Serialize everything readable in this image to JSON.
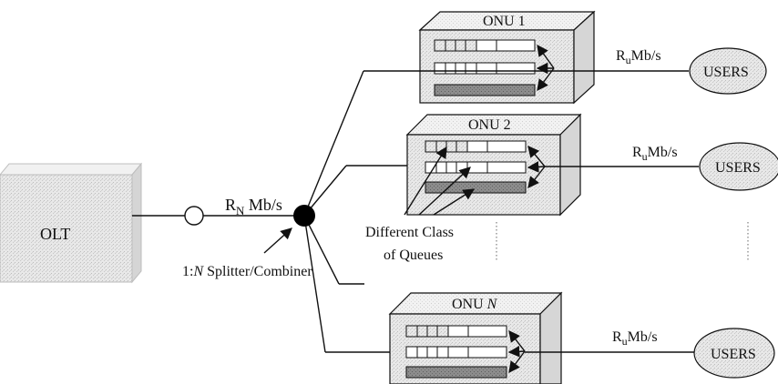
{
  "olt": {
    "label": "OLT"
  },
  "trunk": {
    "rate_main": "R",
    "rate_sub": "N",
    "rate_unit": " Mb/s"
  },
  "splitter": {
    "label_prefix": "1:",
    "label_n": "N",
    "label_suffix": " Splitter/Combiner"
  },
  "queues_label": {
    "line1": "Different Class",
    "line2": "of Queues"
  },
  "onus": [
    {
      "name": "ONU 1",
      "rate_main": "R",
      "rate_sub": "u",
      "rate_unit": "Mb/s",
      "users": "USERS"
    },
    {
      "name": "ONU 2",
      "rate_main": "R",
      "rate_sub": "u",
      "rate_unit": "Mb/s",
      "users": "USERS"
    },
    {
      "name_prefix": "ONU ",
      "name_n": "N",
      "rate_main": "R",
      "rate_sub": "u",
      "rate_unit": "Mb/s",
      "users": "USERS"
    }
  ],
  "colors": {
    "line": "#111111",
    "box_fill": "#ececec",
    "box_top": "#f4f4f4",
    "box_side": "#d9d9d9",
    "users_fill": "#e4e4e4",
    "queue_dark": "#8a8a8a",
    "queue_light": "#dddddd",
    "splitter": "#000000"
  }
}
